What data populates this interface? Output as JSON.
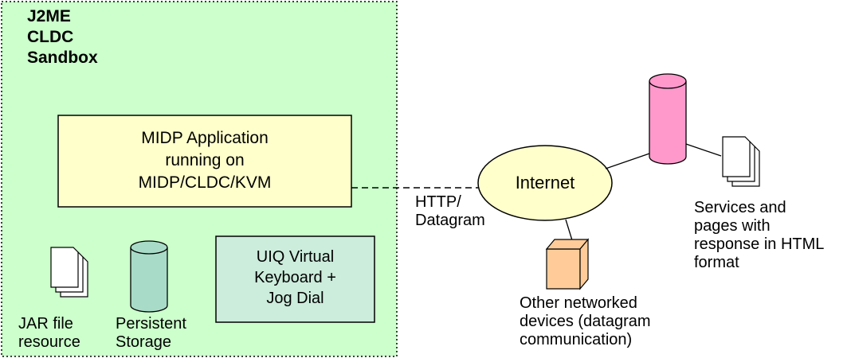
{
  "sandbox": {
    "title_lines": [
      "J2ME",
      "CLDC",
      "Sandbox"
    ],
    "fill": "#ccffcc"
  },
  "midp_box": {
    "lines": [
      "MIDP Application",
      "running on",
      "MIDP/CLDC/KVM"
    ],
    "fill": "#ffffcc"
  },
  "uiq_box": {
    "lines": [
      "UIQ Virtual",
      "Keyboard +",
      "Jog Dial"
    ],
    "fill": "#ccecdc"
  },
  "jar_file": {
    "lines": [
      "JAR file",
      "resource"
    ]
  },
  "persistent_storage": {
    "lines": [
      "Persistent",
      "Storage"
    ],
    "fill": "#a8dcc8"
  },
  "connection": {
    "lines": [
      "HTTP/",
      "Datagram"
    ]
  },
  "internet": {
    "label": "Internet",
    "fill": "#ffffcc"
  },
  "server_db": {
    "fill": "#ff99cc"
  },
  "services": {
    "lines": [
      "Services and",
      "pages with",
      "response in HTML",
      "format"
    ]
  },
  "other_devices": {
    "lines": [
      "Other networked",
      "devices (datagram",
      "communication)"
    ],
    "fill": "#ffcc99"
  }
}
